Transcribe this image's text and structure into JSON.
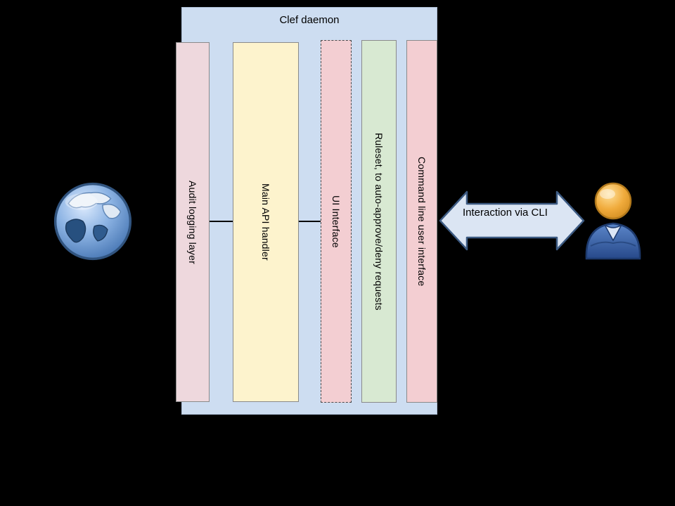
{
  "diagram": {
    "container": {
      "title": "Clef daemon"
    },
    "columns": [
      {
        "id": "audit",
        "label": "Audit logging layer"
      },
      {
        "id": "main",
        "label": "Main API handler"
      },
      {
        "id": "ui",
        "label": "UI Interface"
      },
      {
        "id": "ruleset",
        "label": "Ruleset, to auto-approve/deny requests"
      },
      {
        "id": "cli",
        "label": "Command line user interface"
      }
    ],
    "arrow": {
      "label": "Interaction via CLI",
      "direction": "both"
    },
    "icons": {
      "left": "globe-icon",
      "right": "user-icon"
    },
    "colors": {
      "container_fill": "#cdddf1",
      "audit_fill": "#eed8dd",
      "main_fill": "#fdf3cd",
      "ui_fill": "#f3ced2",
      "ruleset_fill": "#d8e9d2",
      "cli_fill": "#f3ced2",
      "arrow_fill": "#dbe5f3",
      "arrow_border": "#3c5a82",
      "background": "#000000"
    }
  }
}
